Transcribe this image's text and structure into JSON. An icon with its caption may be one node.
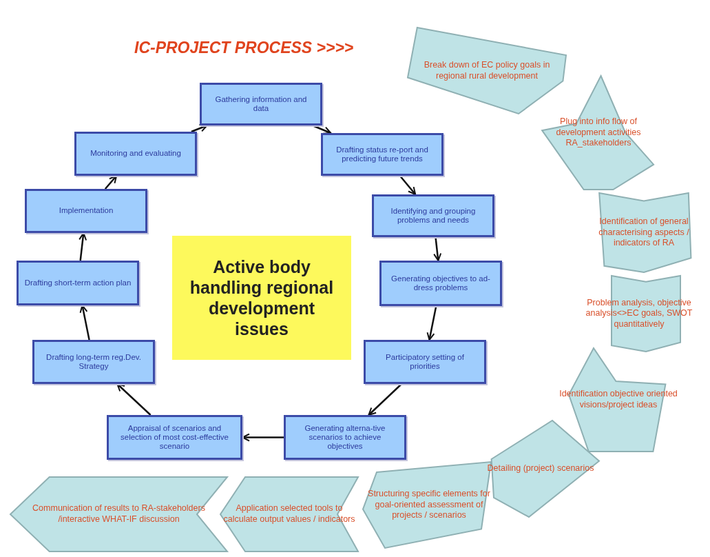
{
  "diagram": {
    "title": "IC-PROJECT PROCESS >>>>",
    "nodes": [
      {
        "text": [
          "Gathering information and data"
        ]
      },
      {
        "text": [
          "Drafting status re-port and predicting future trends"
        ]
      },
      {
        "text": [
          "Identifying and grouping problems and needs"
        ]
      },
      {
        "text": [
          "Generating objectives to ad-dress problems"
        ]
      },
      {
        "text": [
          "Participatory setting of priorities"
        ]
      },
      {
        "text": [
          "Generating alterna-tive scenarios to achieve objectives"
        ]
      },
      {
        "text": [
          "Appraisal of scenarios and selection of most cost-effective scenario"
        ]
      },
      {
        "text": [
          "Drafting long-term reg.Dev. Strategy"
        ]
      },
      {
        "text": [
          "Drafting short-term action plan"
        ]
      },
      {
        "text": [
          "Implementation"
        ]
      },
      {
        "text": [
          "Monitoring and evaluating"
        ]
      },
      {
        "text": [
          "Active body handling regional development issues"
        ]
      },
      {
        "text": [
          "Break down of EC policy goals in regional rural development"
        ]
      },
      {
        "text": [
          "Plug into info flow of development activities RA_stakeholders"
        ]
      },
      {
        "text": [
          "Identification of general characterising aspects / indicators of RA"
        ]
      },
      {
        "text": [
          "Problem analysis, objective analysis<>EC goals, SWOT quantitatively"
        ]
      },
      {
        "text": [
          "Identification objective oriented visions/project ideas"
        ]
      },
      {
        "text": [
          "Detailing (project) scenarios"
        ]
      },
      {
        "text": [
          "Structuring specific elements for goal-oriented assessment of projects / scenarios"
        ]
      },
      {
        "text": [
          "Application selected tools to calculate output values / indicators"
        ]
      },
      {
        "text": [
          "Communication of results to RA-stakeholders /interactive WHAT-IF discussion"
        ]
      }
    ],
    "edges": [
      {
        "from": 0,
        "to": 1,
        "arrow": "to"
      },
      {
        "from": 1,
        "to": 2,
        "arrow": "to"
      },
      {
        "from": 2,
        "to": 3,
        "arrow": "to"
      },
      {
        "from": 3,
        "to": 4,
        "arrow": "to"
      },
      {
        "from": 4,
        "to": 5,
        "arrow": "to"
      },
      {
        "from": 5,
        "to": 6,
        "arrow": "to"
      },
      {
        "from": 6,
        "to": 7,
        "arrow": "to"
      },
      {
        "from": 7,
        "to": 8,
        "arrow": "to"
      },
      {
        "from": 8,
        "to": 9,
        "arrow": "to"
      },
      {
        "from": 9,
        "to": 10,
        "arrow": "to"
      },
      {
        "from": 10,
        "to": 0,
        "arrow": "to"
      }
    ]
  }
}
